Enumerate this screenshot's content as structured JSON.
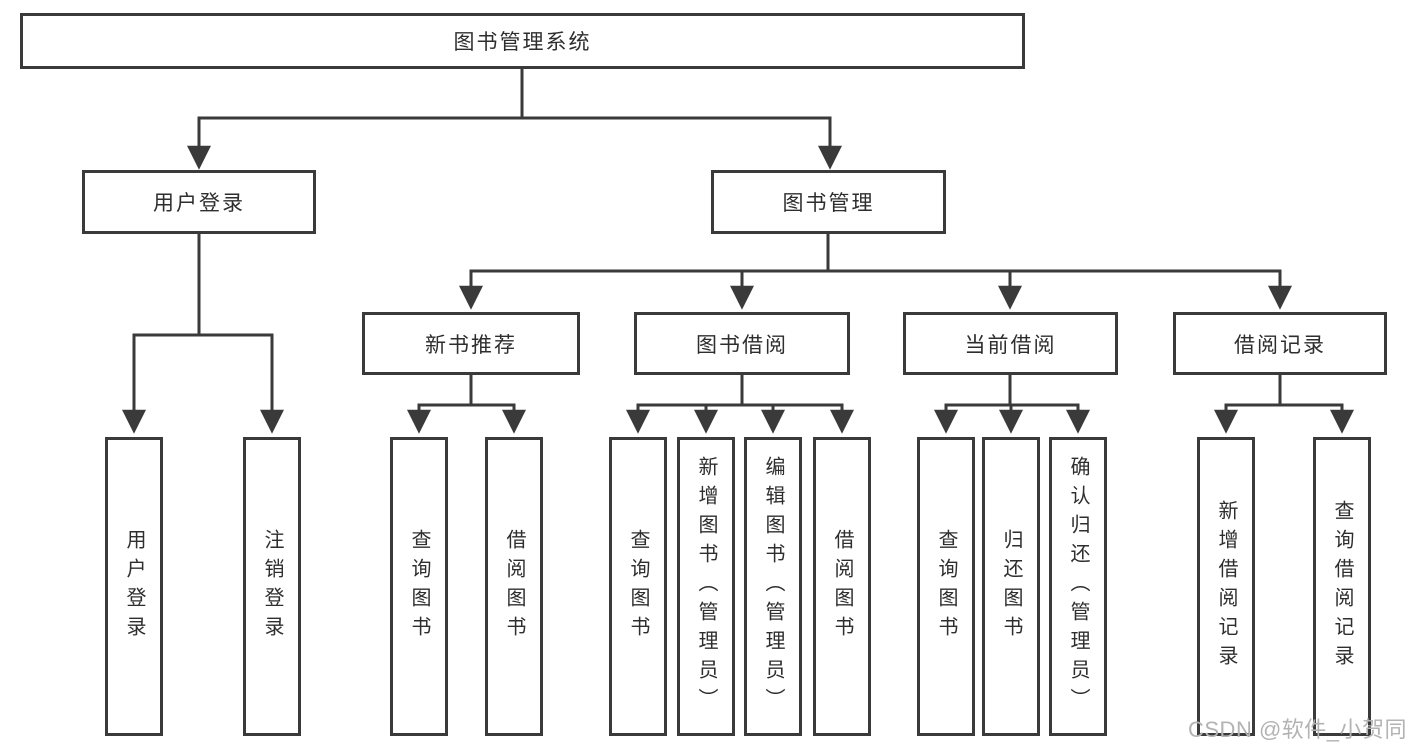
{
  "diagram_type": "hierarchy-tree",
  "colors": {
    "background": "#ffffff",
    "line": "#3a3a3a",
    "box_border": "#3a3a3a",
    "text": "#2e2e2e",
    "watermark": "#b3b3b3"
  },
  "tree": {
    "root": {
      "label": "图书管理系统",
      "children": [
        {
          "label": "用户登录",
          "children": [
            {
              "label": "用户登录"
            },
            {
              "label": "注销登录"
            }
          ]
        },
        {
          "label": "图书管理",
          "children": [
            {
              "label": "新书推荐",
              "children": [
                {
                  "label": "查询图书"
                },
                {
                  "label": "借阅图书"
                }
              ]
            },
            {
              "label": "图书借阅",
              "children": [
                {
                  "label": "查询图书"
                },
                {
                  "label": "新增图书（管理员）"
                },
                {
                  "label": "编辑图书（管理员）"
                },
                {
                  "label": "借阅图书"
                }
              ]
            },
            {
              "label": "当前借阅",
              "children": [
                {
                  "label": "查询图书"
                },
                {
                  "label": "归还图书"
                },
                {
                  "label": "确认归还（管理员）"
                }
              ]
            },
            {
              "label": "借阅记录",
              "children": [
                {
                  "label": "新增借阅记录"
                },
                {
                  "label": "查询借阅记录"
                }
              ]
            }
          ]
        }
      ]
    }
  },
  "watermark": {
    "text": "CSDN @软件_小贺同学"
  }
}
